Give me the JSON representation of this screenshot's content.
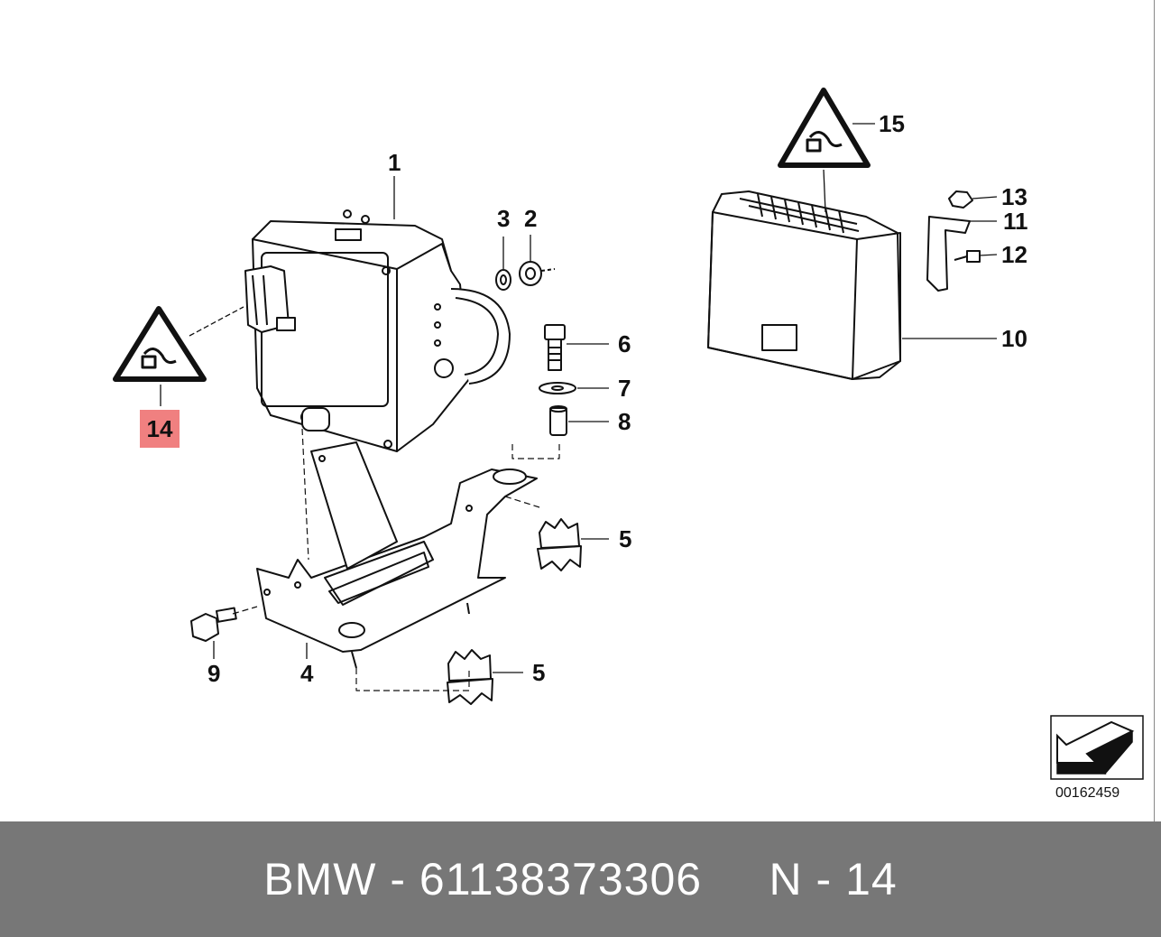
{
  "callouts": {
    "c1": "1",
    "c2": "2",
    "c3": "3",
    "c4": "4",
    "c5a": "5",
    "c5b": "5",
    "c6": "6",
    "c7": "7",
    "c8": "8",
    "c9": "9",
    "c10": "10",
    "c11": "11",
    "c12": "12",
    "c13": "13",
    "c14": "14",
    "c15": "15"
  },
  "highlighted_callout": "14",
  "diagram_code": "00162459",
  "footer": {
    "text": "BMW - 61138373306     N - 14"
  },
  "colors": {
    "highlight": "#f08080",
    "footer_bg": "#777777",
    "footer_text": "#ffffff",
    "line": "#111111"
  }
}
